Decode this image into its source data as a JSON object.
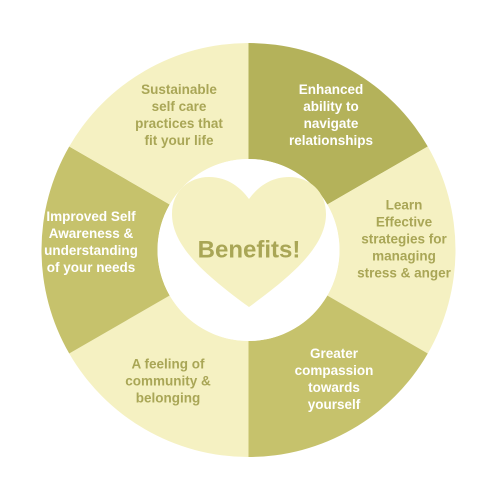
{
  "colors": {
    "light": "#f5f1c2",
    "dark": "#b4b25a",
    "medium": "#c6c26c",
    "heart": "#f5f1c2",
    "center_bg": "#ffffff",
    "text_on_light": "#a9a656",
    "text_on_dark": "#ffffff",
    "center_text": "#a9a656"
  },
  "center": {
    "icon": "heart-icon",
    "label": "Benefits!"
  },
  "segments": [
    {
      "id": "enhanced-relationships",
      "tone": "dark",
      "lines": [
        "Enhanced",
        "ability to",
        "navigate",
        "relationships"
      ]
    },
    {
      "id": "learn-strategies",
      "tone": "light",
      "lines": [
        "Learn",
        "Effective",
        "strategies for",
        "managing",
        "stress & anger"
      ]
    },
    {
      "id": "greater-compassion",
      "tone": "medium",
      "lines": [
        "Greater",
        "compassion",
        "towards",
        "yourself"
      ]
    },
    {
      "id": "feeling-of-community",
      "tone": "light",
      "lines": [
        "A feeling of",
        "community &",
        "belonging"
      ]
    },
    {
      "id": "improved-self-awareness",
      "tone": "medium",
      "lines": [
        "Improved Self",
        "Awareness &",
        "understanding",
        "of your needs"
      ]
    },
    {
      "id": "sustainable-self-care",
      "tone": "light",
      "lines": [
        "Sustainable",
        "self care",
        "practices that",
        "fit your life"
      ]
    }
  ]
}
